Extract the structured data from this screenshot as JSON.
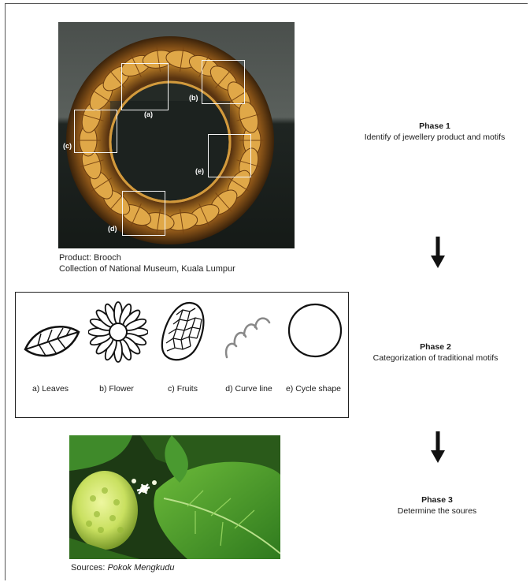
{
  "phase1": {
    "title": "Phase 1",
    "description": "Identify of jewellery product and motifs",
    "caption_line1": "Product: Brooch",
    "caption_line2": "Collection of National Museum, Kuala Lumpur",
    "roi_labels": {
      "a": "(a)",
      "b": "(b)",
      "c": "(c)",
      "d": "(d)",
      "e": "(e)"
    }
  },
  "phase2": {
    "title": "Phase 2",
    "description": "Categorization of traditional motifs",
    "motifs": [
      {
        "label": "a) Leaves",
        "icon": "leaf-icon"
      },
      {
        "label": "b) Flower",
        "icon": "flower-icon"
      },
      {
        "label": "c) Fruits",
        "icon": "fruit-icon"
      },
      {
        "label": "d) Curve line",
        "icon": "curve-line-icon"
      },
      {
        "label": "e) Cycle shape",
        "icon": "circle-shape-icon"
      }
    ]
  },
  "phase3": {
    "title": "Phase 3",
    "description": "Determine the soures",
    "caption_prefix": "Sources: ",
    "caption_italic": "Pokok Mengkudu"
  },
  "colors": {
    "brooch_gold": "#c98a2a",
    "brooch_background": "#1e2421",
    "leaf_green": "#3f8a2a",
    "fruit_yellow": "#d4e86a"
  }
}
